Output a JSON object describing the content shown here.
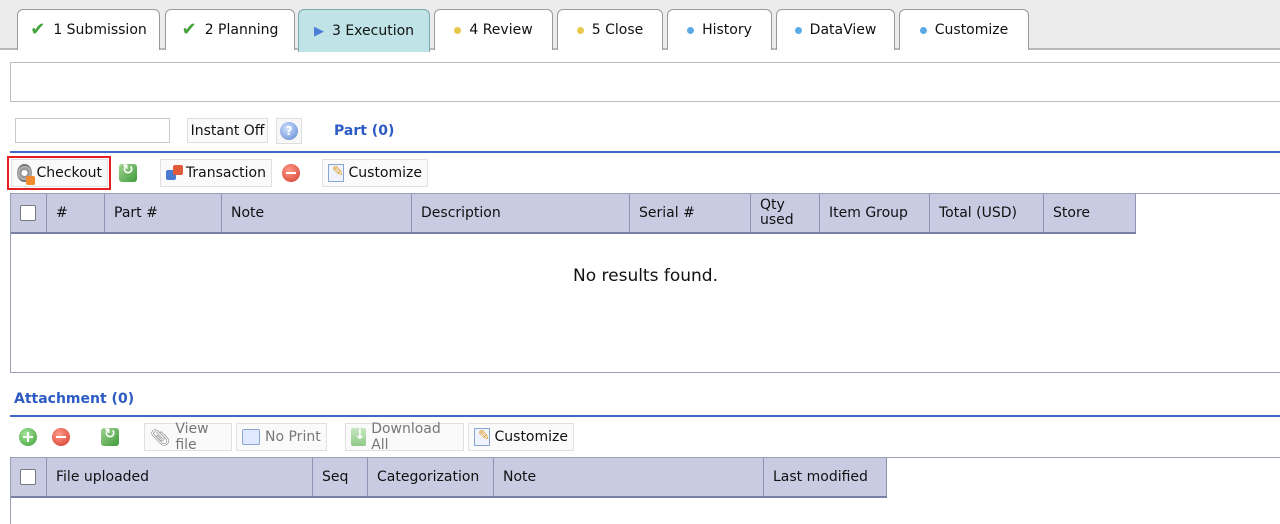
{
  "tabs": [
    {
      "label": "1 Submission",
      "icon": "check-icon",
      "state": "done"
    },
    {
      "label": "2 Planning",
      "icon": "check-icon",
      "state": "done"
    },
    {
      "label": "3 Execution",
      "icon": "play-icon",
      "state": "active"
    },
    {
      "label": "4 Review",
      "icon": "yellow-dot-icon",
      "state": "pending"
    },
    {
      "label": "5 Close",
      "icon": "yellow-dot-icon",
      "state": "pending"
    },
    {
      "label": "History",
      "icon": "blue-dot-icon",
      "state": "info"
    },
    {
      "label": "DataView",
      "icon": "blue-dot-icon",
      "state": "info"
    },
    {
      "label": "Customize",
      "icon": "blue-dot-icon",
      "state": "info"
    }
  ],
  "part": {
    "search_value": "",
    "instant_label": "Instant Off",
    "title": "Part (0)",
    "toolbar": {
      "checkout": "Checkout",
      "transaction": "Transaction",
      "customize": "Customize"
    },
    "columns": [
      "#",
      "Part #",
      "Note",
      "Description",
      "Serial #",
      "Qty used",
      "Item Group",
      "Total (USD)",
      "Store"
    ],
    "empty_text": "No results found."
  },
  "attachment": {
    "title": "Attachment (0)",
    "toolbar": {
      "view_file": "View file",
      "no_print": "No Print",
      "download_all": "Download All",
      "customize": "Customize"
    },
    "columns": [
      "File uploaded",
      "Seq",
      "Categorization",
      "Note",
      "Last modified"
    ]
  },
  "colors": {
    "active_tab": "#bfe3e6",
    "section_title": "#2d5bc4",
    "grid_header": "#c9cbe2",
    "highlight": "#e51f1f"
  }
}
